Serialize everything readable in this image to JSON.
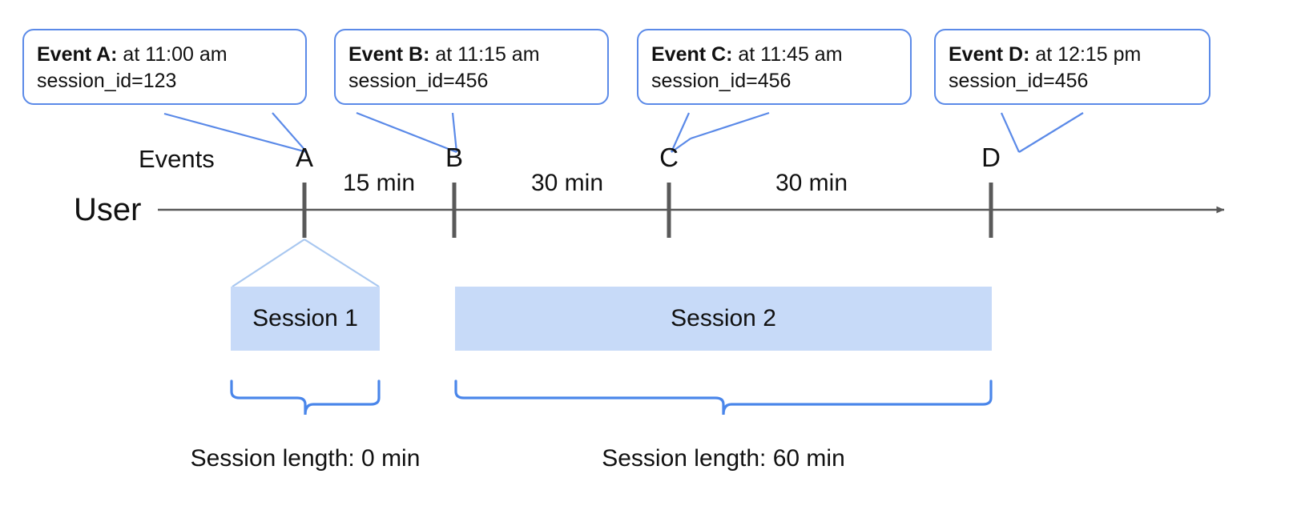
{
  "diagram": {
    "title_row_labels": {
      "events_row": "Events",
      "user_row": "User"
    },
    "callouts": [
      {
        "id": "A",
        "title": "Event A:",
        "time": " at 11:00 am",
        "session": "session_id=123"
      },
      {
        "id": "B",
        "title": "Event B:",
        "time": " at 11:15 am",
        "session": "session_id=456"
      },
      {
        "id": "C",
        "title": "Event C:",
        "time": " at 11:45 am",
        "session": "session_id=456"
      },
      {
        "id": "D",
        "title": "Event D:",
        "time": " at 12:15 pm",
        "session": "session_id=456"
      }
    ],
    "event_markers": [
      {
        "label": "A"
      },
      {
        "label": "B"
      },
      {
        "label": "C"
      },
      {
        "label": "D"
      }
    ],
    "intervals": [
      {
        "label": "15 min",
        "from": "A",
        "to": "B"
      },
      {
        "label": "30 min",
        "from": "B",
        "to": "C"
      },
      {
        "label": "30 min",
        "from": "C",
        "to": "D"
      }
    ],
    "sessions": [
      {
        "name": "Session 1",
        "length_label": "Session length: 0 min"
      },
      {
        "name": "Session 2",
        "length_label": "Session length: 60 min"
      }
    ],
    "colors": {
      "callout_border": "#5b8ae8",
      "session_fill": "#c7daf8",
      "brace": "#4a86ea",
      "axis": "#595959",
      "tick": "#595959",
      "funnel": "#a8c7f0"
    }
  }
}
